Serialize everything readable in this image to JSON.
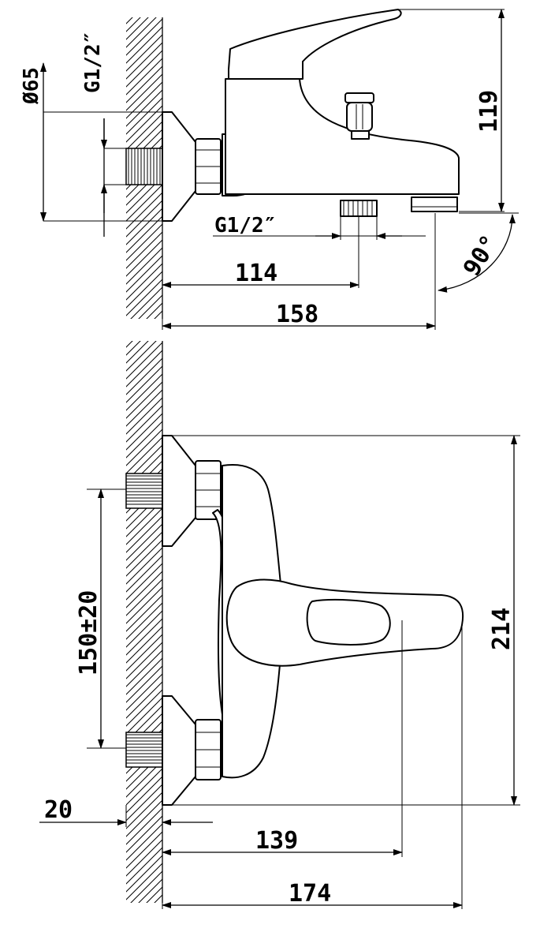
{
  "top_view": {
    "dimensions": {
      "flange_diameter": "Ø65",
      "inlet_thread": "G1/2″",
      "height": "119",
      "outlet_thread": "G1/2″",
      "outlet_distance": "114",
      "spout_length": "158",
      "angle": "90°"
    }
  },
  "bottom_view": {
    "dimensions": {
      "inlet_spacing": "150±20",
      "total_height": "214",
      "wall_offset": "20",
      "handle_distance": "139",
      "total_length": "174"
    }
  }
}
